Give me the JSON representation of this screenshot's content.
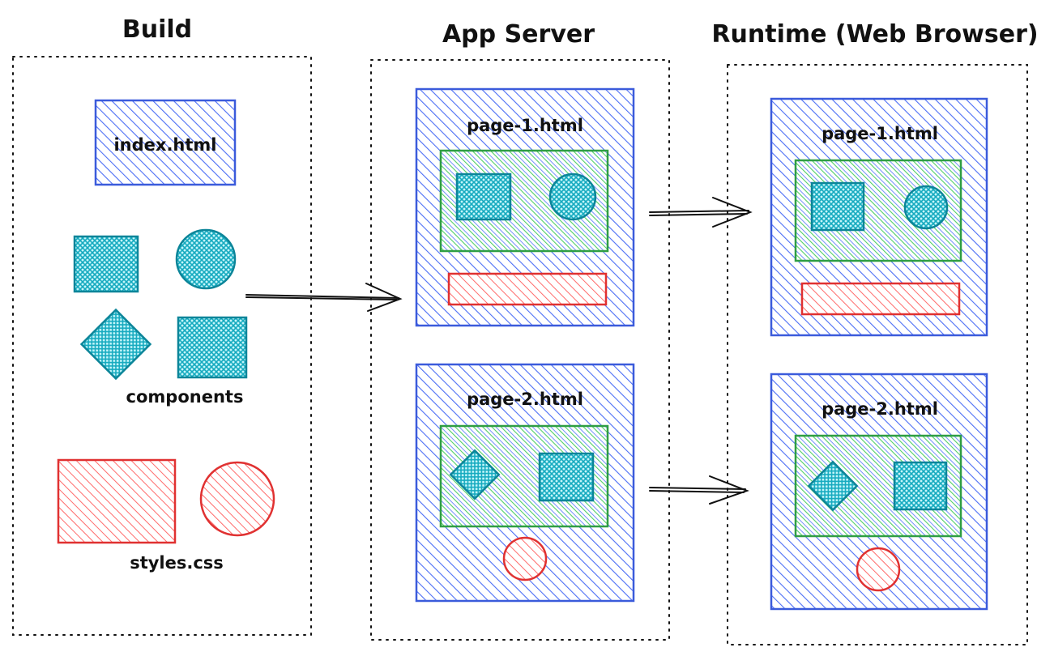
{
  "columns": {
    "build": "Build",
    "server": "App Server",
    "runtime": "Runtime (Web Browser)"
  },
  "build": {
    "index_file": "index.html",
    "components_label": "components",
    "styles_label": "styles.css"
  },
  "server": {
    "page1": "page-1.html",
    "page2": "page-2.html"
  },
  "runtime": {
    "page1": "page-1.html",
    "page2": "page-2.html"
  },
  "colors": {
    "page_blue": "#3b5bdb",
    "layout_green": "#2f9e44",
    "component_teal": "#0c8599",
    "style_red": "#e03131"
  }
}
